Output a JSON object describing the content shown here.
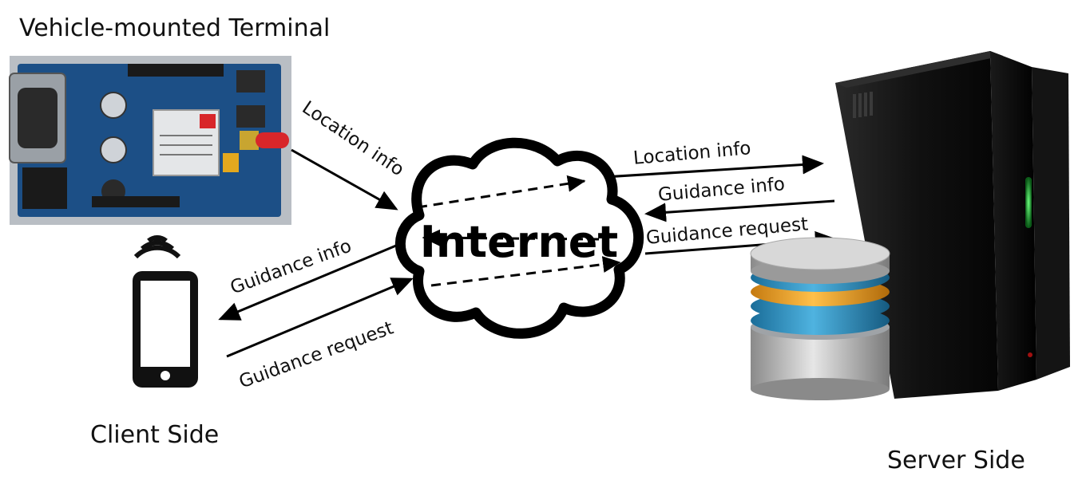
{
  "labels": {
    "vehicle_terminal": "Vehicle-mounted Terminal",
    "client_side": "Client Side",
    "server_side": "Server Side",
    "internet": "Internet"
  },
  "flows": {
    "terminal_location": "Location info",
    "client_guidance_info": "Guidance info",
    "client_guidance_request": "Guidance request",
    "server_location": "Location info",
    "server_guidance_info": "Guidance info",
    "server_guidance_request": "Guidance request"
  },
  "colors": {
    "pcb": "#1c4f86",
    "antenna": "#d8262a",
    "server_body": "#101010",
    "server_led": "#28e04a",
    "db_blue": "#2a8fc0",
    "db_orange": "#f0a020",
    "db_silver": "#b8b8b8"
  }
}
